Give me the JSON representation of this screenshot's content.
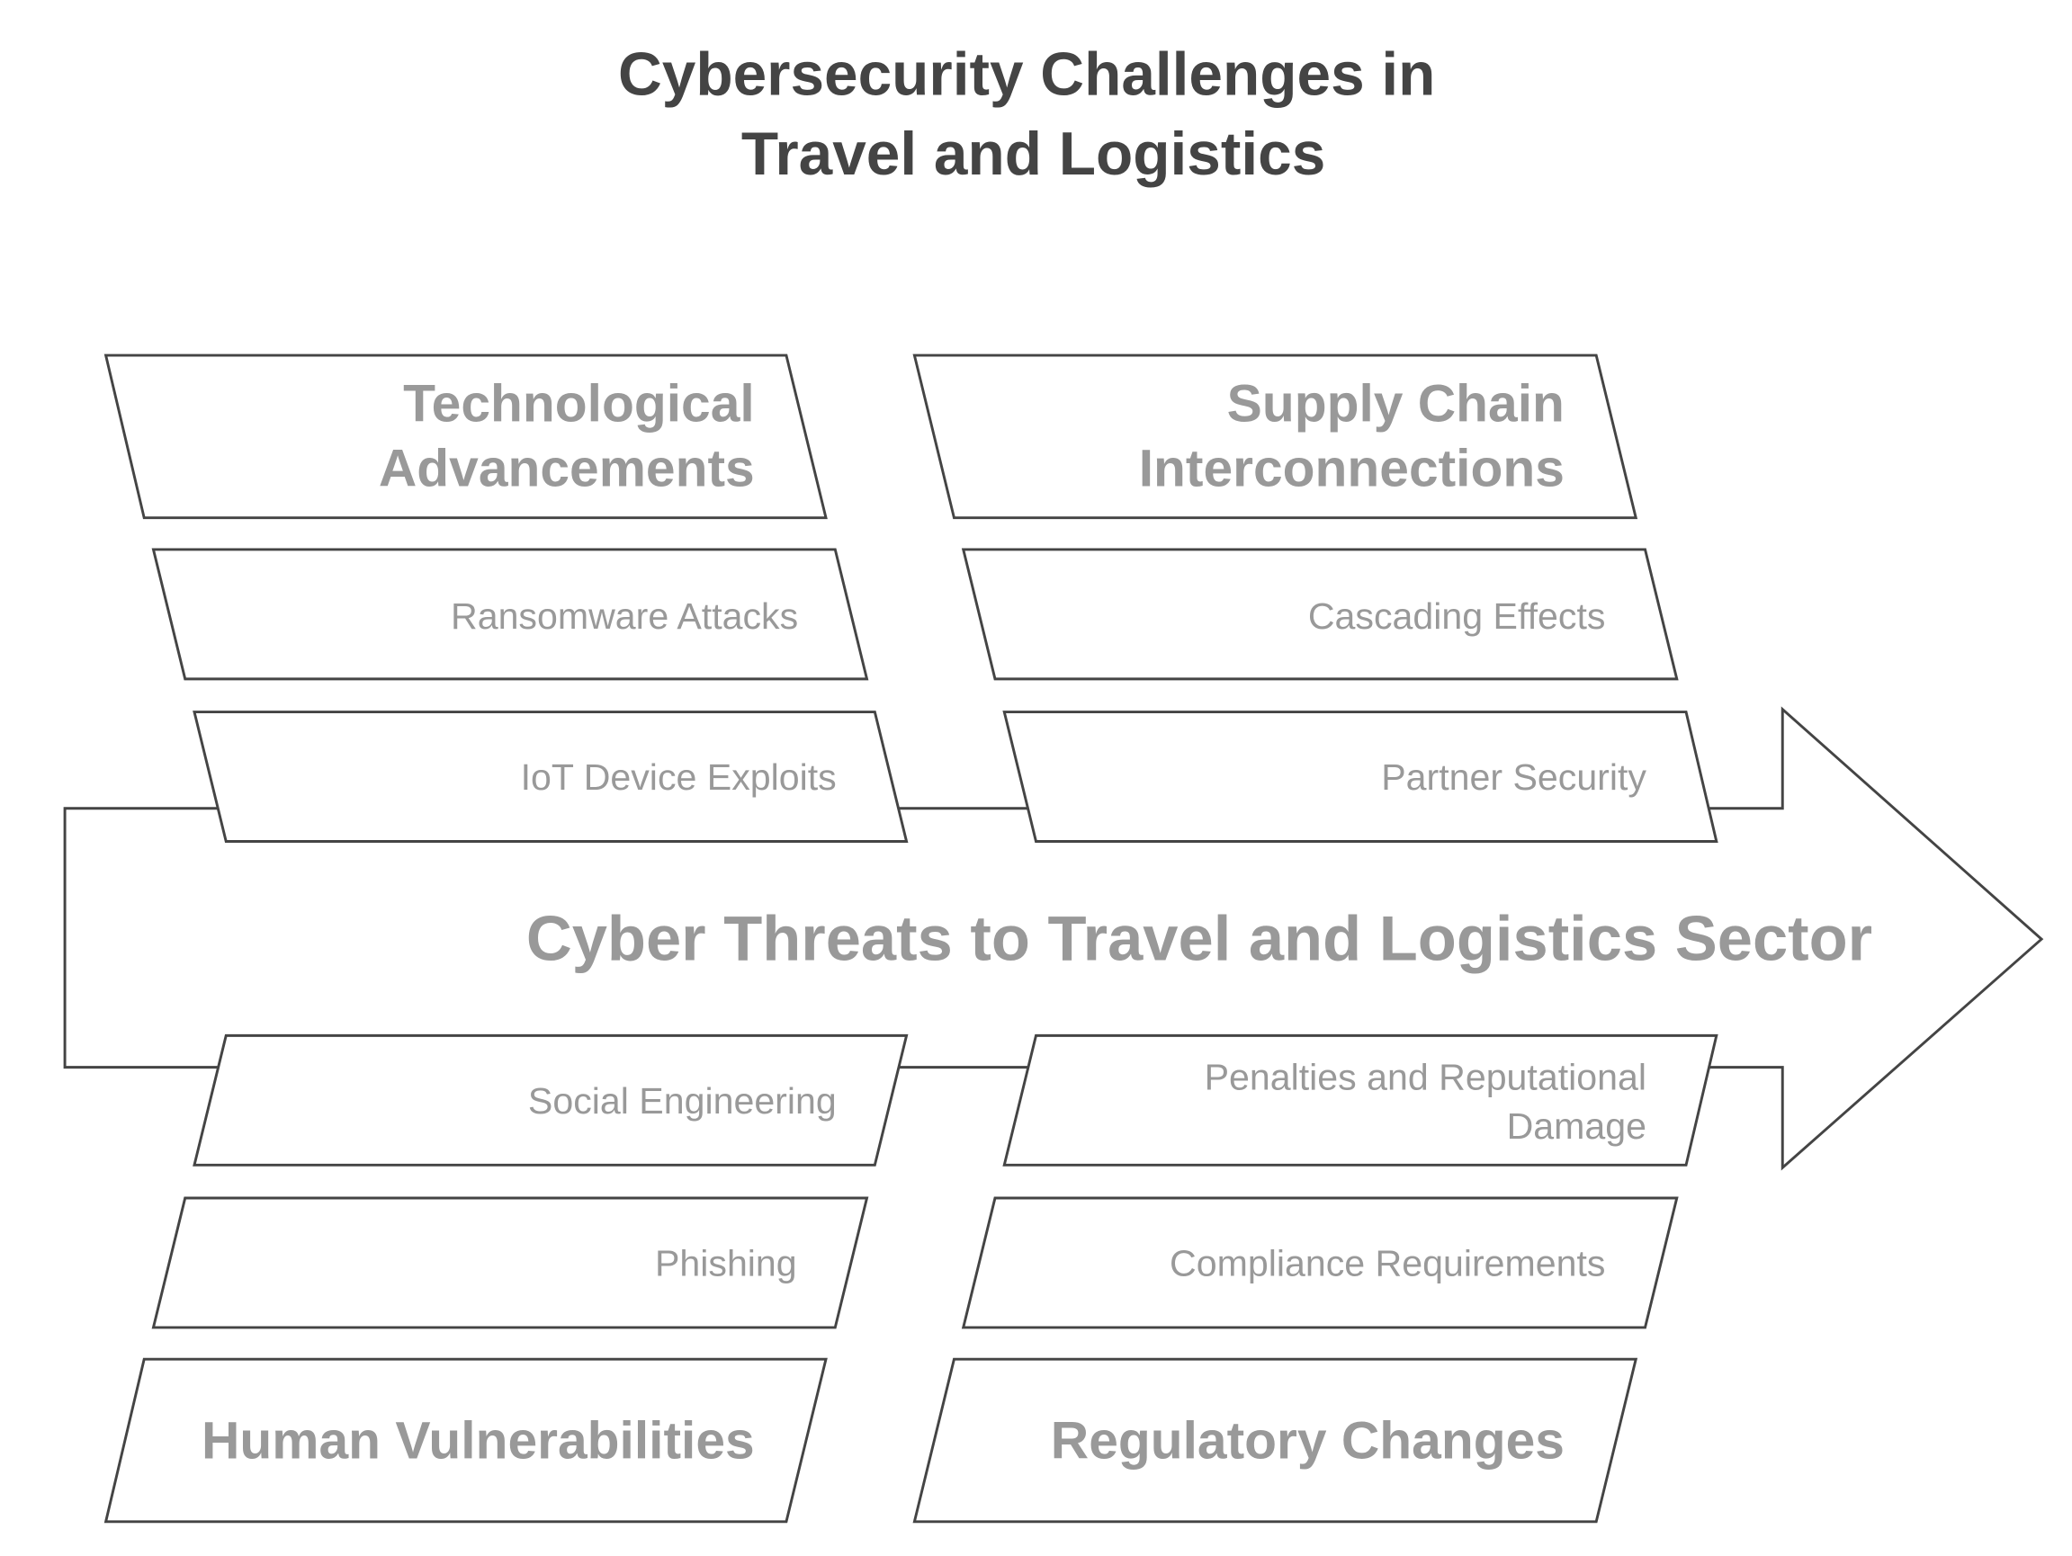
{
  "title": {
    "line1": "Cybersecurity Challenges in",
    "line2": "Travel and Logistics"
  },
  "spine": {
    "label": "Cyber Threats to Travel and Logistics Sector"
  },
  "categories": {
    "technological": {
      "line1": "Technological",
      "line2": "Advancements",
      "items": [
        "Ransomware Attacks",
        "IoT Device Exploits"
      ]
    },
    "supply_chain": {
      "line1": "Supply Chain",
      "line2": "Interconnections",
      "items": [
        "Cascading Effects",
        "Partner Security"
      ]
    },
    "human": {
      "label": "Human Vulnerabilities",
      "items": [
        "Social Engineering",
        "Phishing"
      ]
    },
    "regulatory": {
      "label": "Regulatory Changes",
      "items": [
        "Penalties and Reputational",
        "Damage",
        "Compliance Requirements"
      ]
    }
  }
}
